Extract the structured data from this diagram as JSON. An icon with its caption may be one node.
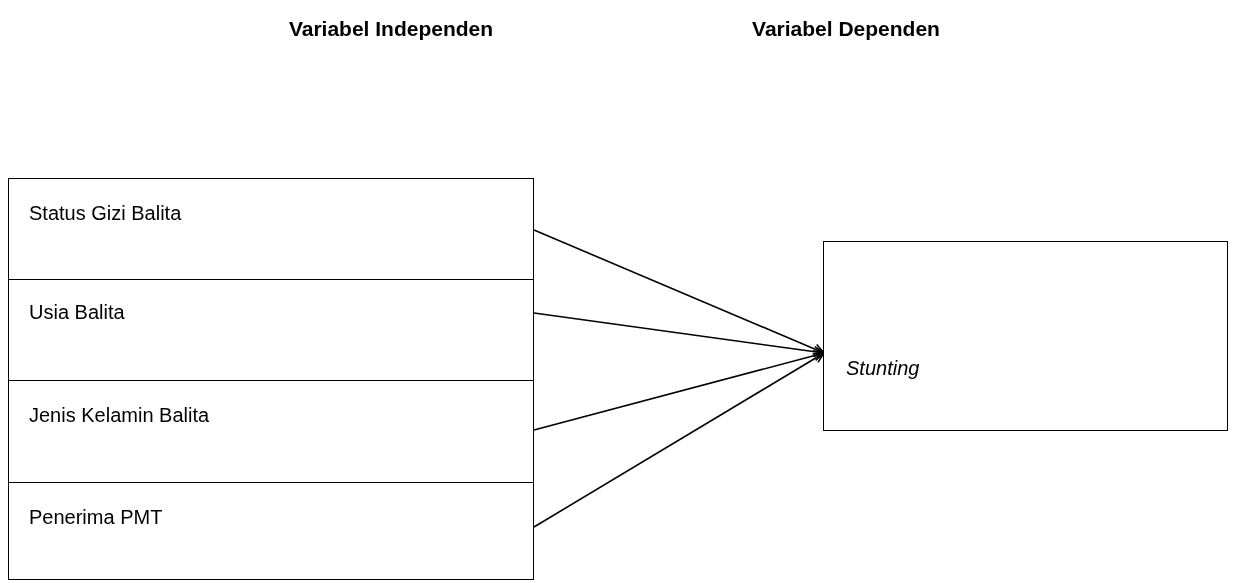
{
  "diagram": {
    "nodes": [
      {
        "text": [
          "Status Gizi Balita"
        ]
      },
      {
        "text": [
          "Usia Balita"
        ]
      },
      {
        "text": [
          "Jenis Kelamin Balita"
        ]
      },
      {
        "text": [
          "Penerima PMT"
        ]
      },
      {
        "text": [
          "Stunting"
        ]
      }
    ],
    "edges": [
      {
        "from": 0,
        "to": 4,
        "arrow": "to"
      },
      {
        "from": 1,
        "to": 4,
        "arrow": "to"
      },
      {
        "from": 2,
        "to": 4,
        "arrow": "to"
      },
      {
        "from": 3,
        "to": 4,
        "arrow": "to"
      }
    ],
    "labels": [
      "Variabel Independen",
      "Variabel Dependen"
    ]
  }
}
